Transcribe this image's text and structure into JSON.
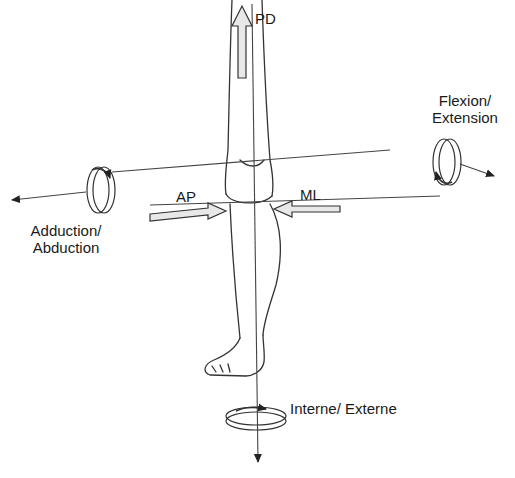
{
  "diagram": {
    "labels": [
      "PD",
      "AP",
      "ML",
      "Flexion/ Extension",
      "Adduction/ Abduction",
      "Interne/ Externe"
    ]
  }
}
